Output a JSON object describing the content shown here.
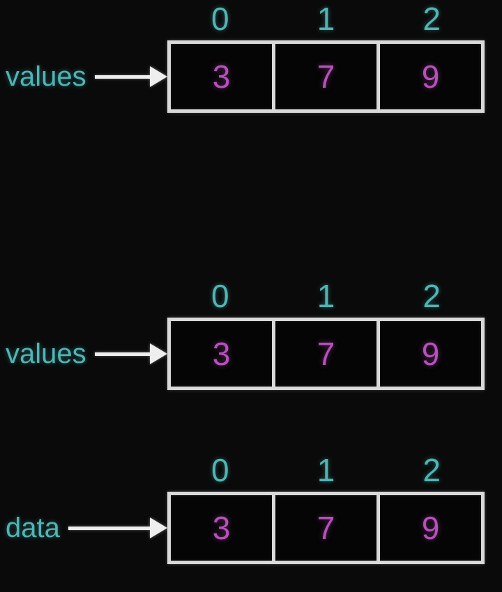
{
  "colors": {
    "background": "#0a0a0a",
    "teal": "#4fb5b5",
    "magenta": "#b750bb",
    "border": "#d9d9d9",
    "arrow": "#eeeeee"
  },
  "diagrams": [
    {
      "label": "values",
      "indices": [
        "0",
        "1",
        "2"
      ],
      "cells": [
        "3",
        "7",
        "9"
      ]
    },
    {
      "label": "values",
      "indices": [
        "0",
        "1",
        "2"
      ],
      "cells": [
        "3",
        "7",
        "9"
      ]
    },
    {
      "label": "data",
      "indices": [
        "0",
        "1",
        "2"
      ],
      "cells": [
        "3",
        "7",
        "9"
      ]
    }
  ]
}
